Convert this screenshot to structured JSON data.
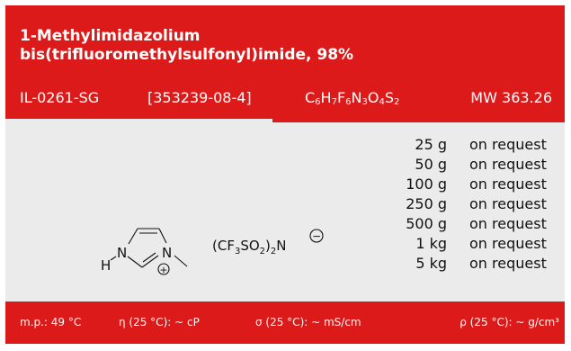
{
  "header": {
    "title_line1": "1-Methylimidazolium",
    "title_line2": "bis(trifluoromethylsulfonyl)imide, 98%",
    "product_code": "IL-0261-SG",
    "cas": "[353239-08-4]",
    "formula_parts": [
      "C",
      "6",
      "H",
      "7",
      "F",
      "6",
      "N",
      "3",
      "O",
      "4",
      "S",
      "2"
    ],
    "mw": "MW 363.26"
  },
  "prices": [
    {
      "qty": "25 g",
      "availability": "on request"
    },
    {
      "qty": "50 g",
      "availability": "on request"
    },
    {
      "qty": "100 g",
      "availability": "on request"
    },
    {
      "qty": "250 g",
      "availability": "on request"
    },
    {
      "qty": "500 g",
      "availability": "on request"
    },
    {
      "qty": "1 kg",
      "availability": "on request"
    },
    {
      "qty": "5 kg",
      "availability": "on request"
    }
  ],
  "structure": {
    "atom_h": "H",
    "atom_n1": "N",
    "atom_n3": "N",
    "plus_sign": "+",
    "minus_sign": "−",
    "anion_cf": "(CF",
    "anion_3": "3",
    "anion_so": "SO",
    "anion_2a": "2",
    "anion_close": ")",
    "anion_2b": "2",
    "anion_n": "N"
  },
  "footer": {
    "mp": "m.p.: 49 °C",
    "viscosity": "η (25 °C): ~ cP",
    "conductivity": "σ (25 °C): ~ mS/cm",
    "density": "ρ (25 °C): ~ g/cm³"
  },
  "colors": {
    "accent": "#dd1a1a",
    "panel": "#ebebeb",
    "text": "#111111"
  }
}
